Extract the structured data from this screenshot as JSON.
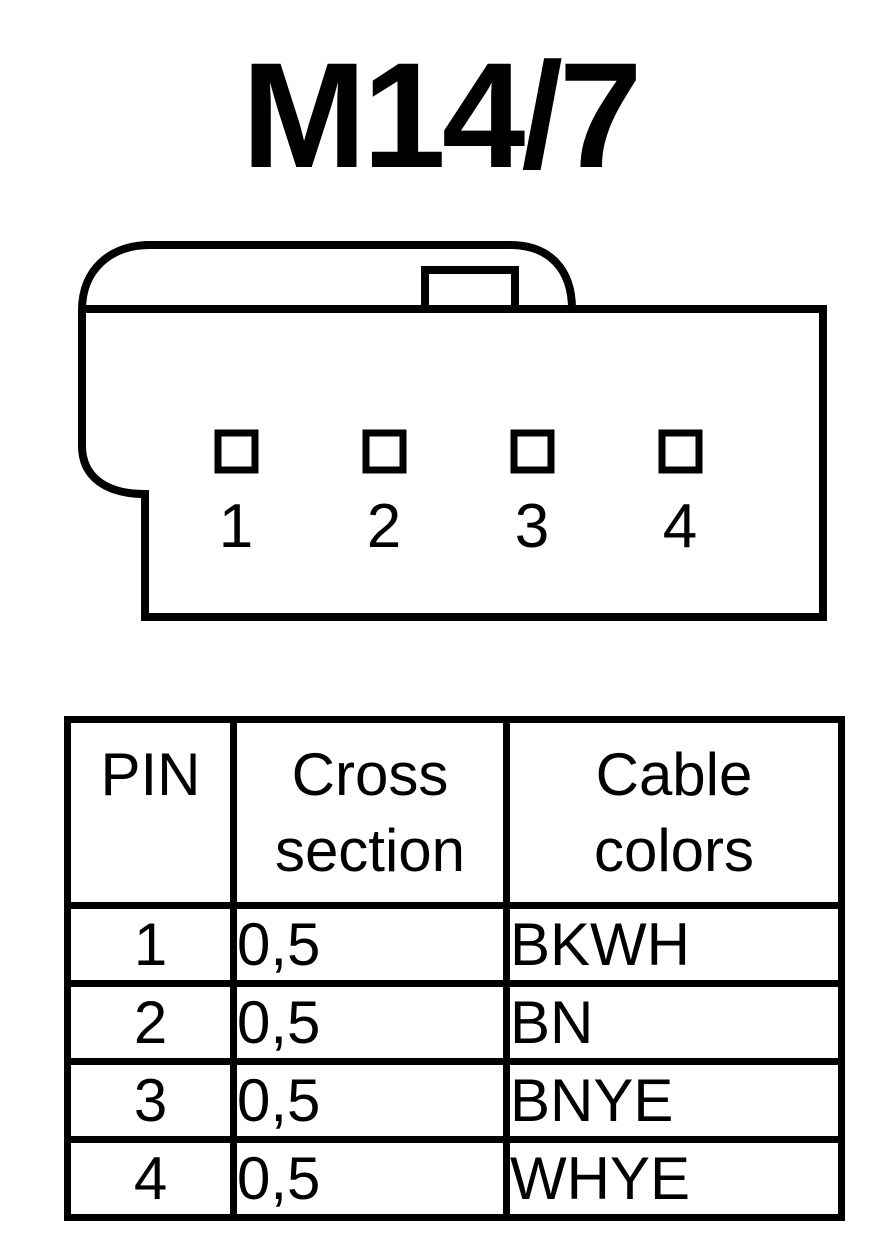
{
  "title": "M14/7",
  "connector": {
    "pin_labels": [
      "1",
      "2",
      "3",
      "4"
    ]
  },
  "table": {
    "headers": {
      "pin": [
        "PIN"
      ],
      "cross_section": [
        "Cross",
        "section"
      ],
      "cable_colors": [
        "Cable",
        "colors"
      ]
    },
    "rows": [
      {
        "pin": "1",
        "cross_section": "0,5",
        "cable_color": "BKWH"
      },
      {
        "pin": "2",
        "cross_section": "0,5",
        "cable_color": "BN"
      },
      {
        "pin": "3",
        "cross_section": "0,5",
        "cable_color": "BNYE"
      },
      {
        "pin": "4",
        "cross_section": "0,5",
        "cable_color": "WHYE"
      }
    ]
  }
}
